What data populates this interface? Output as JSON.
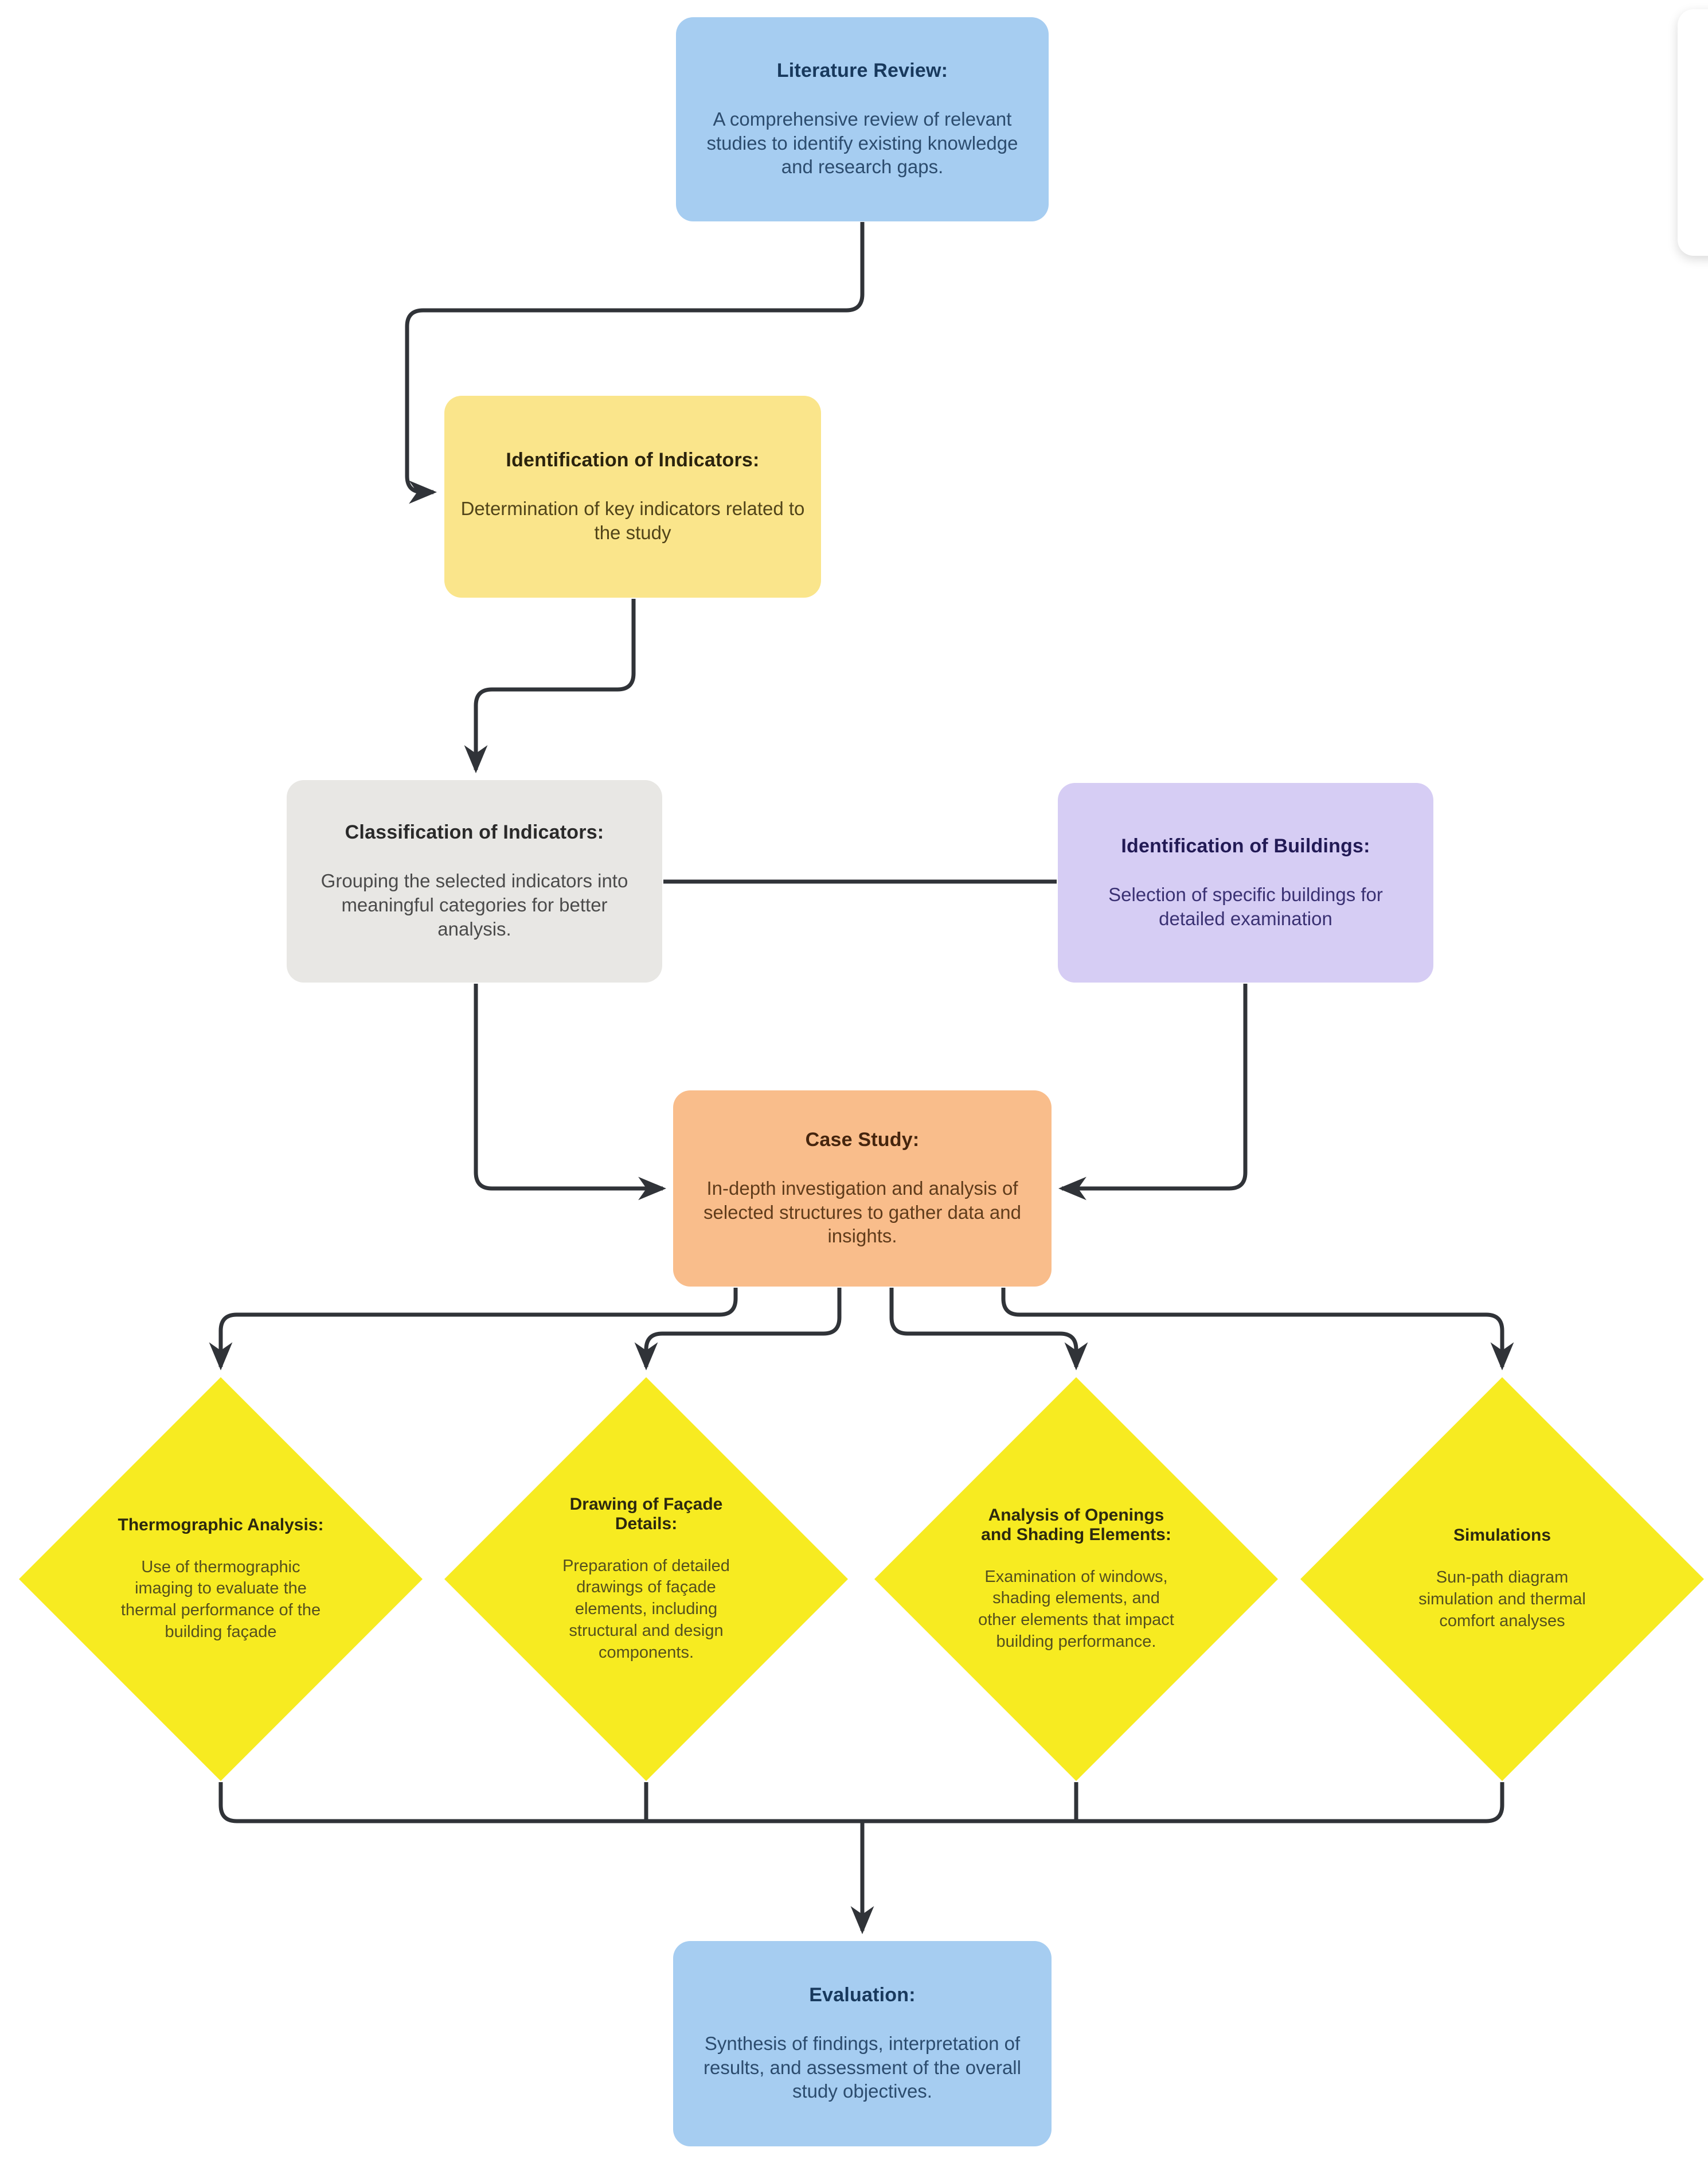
{
  "canvas": {
    "background": "#ffffff",
    "line_color": "#303338"
  },
  "nodes": {
    "literature_review": {
      "title": "Literature Review:",
      "body": "A comprehensive review of relevant studies to identify existing knowledge and research gaps.",
      "bg": "#a6cdf1",
      "title_color": "#18395d",
      "body_color": "#2c4c6e"
    },
    "identification_indicators": {
      "title": "Identification of Indicators:",
      "body": "Determination of key indicators related to the study",
      "bg": "#fae58b",
      "title_color": "#2b230d",
      "body_color": "#514419"
    },
    "classification_indicators": {
      "title": "Classification of Indicators:",
      "body": "Grouping the selected indicators into meaningful categories for better analysis.",
      "bg": "#e8e7e4",
      "title_color": "#2a2a2a",
      "body_color": "#4b4b4b"
    },
    "identification_buildings": {
      "title": "Identification of Buildings:",
      "body": "Selection of specific buildings for detailed examination",
      "bg": "#d6cdf4",
      "title_color": "#221a55",
      "body_color": "#3a3173"
    },
    "case_study": {
      "title": "Case Study:",
      "body": "In-depth investigation and analysis of selected structures to gather data and insights.",
      "bg": "#f9bd8b",
      "title_color": "#45250e",
      "body_color": "#603c1b"
    },
    "evaluation": {
      "title": "Evaluation:",
      "body": "Synthesis of findings, interpretation of results, and assessment of the overall study objectives.",
      "bg": "#a6cdf1",
      "title_color": "#18395d",
      "body_color": "#2c4c6e"
    }
  },
  "diamond_style": {
    "bg": "#f7eb21",
    "title_color": "#2d290f",
    "body_color": "#55501e"
  },
  "diamonds": {
    "thermographic_analysis": {
      "title": "Thermographic Analysis:",
      "body": "Use of thermographic imaging to evaluate the thermal performance of the building façade"
    },
    "facade_details": {
      "title": "Drawing of Façade Details:",
      "body": "Preparation of detailed drawings of façade elements, including structural and design components."
    },
    "openings_shading": {
      "title": "Analysis of Openings and Shading Elements:",
      "body": "Examination of windows, shading elements, and other elements that impact building performance."
    },
    "simulations": {
      "title": "Simulations",
      "body": "Sun-path diagram simulation and thermal comfort analyses"
    }
  },
  "edges": [
    {
      "from": "literature_review",
      "to": "identification_indicators"
    },
    {
      "from": "identification_indicators",
      "to": "classification_indicators"
    },
    {
      "from": "classification_indicators",
      "to": "identification_buildings",
      "style": "plain-link"
    },
    {
      "from": "classification_indicators",
      "to": "case_study"
    },
    {
      "from": "identification_buildings",
      "to": "case_study"
    },
    {
      "from": "case_study",
      "to": "thermographic_analysis"
    },
    {
      "from": "case_study",
      "to": "facade_details"
    },
    {
      "from": "case_study",
      "to": "openings_shading"
    },
    {
      "from": "case_study",
      "to": "simulations"
    },
    {
      "from": "thermographic_analysis",
      "to": "evaluation"
    },
    {
      "from": "facade_details",
      "to": "evaluation"
    },
    {
      "from": "openings_shading",
      "to": "evaluation"
    },
    {
      "from": "simulations",
      "to": "evaluation"
    }
  ]
}
